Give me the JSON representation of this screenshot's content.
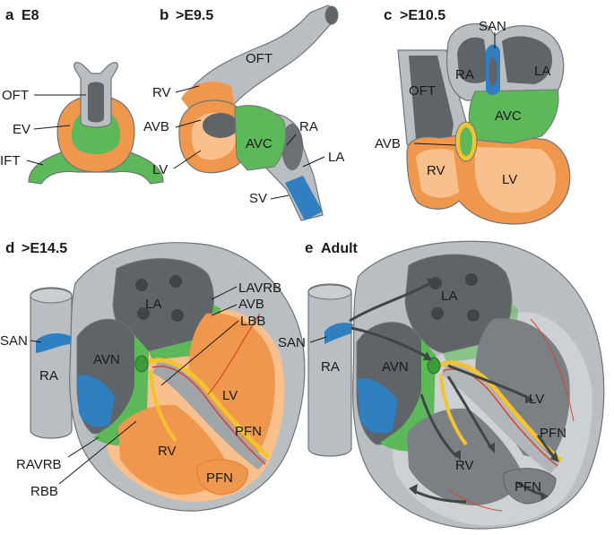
{
  "panels": [
    {
      "letter": "a",
      "title": "E8",
      "labels": {
        "oft": "OFT",
        "ev": "EV",
        "ift": "IFT"
      }
    },
    {
      "letter": "b",
      "title": ">E9.5",
      "labels": {
        "oft": "OFT",
        "rv": "RV",
        "avb": "AVB",
        "avc": "AVC",
        "lv": "LV",
        "ra": "RA",
        "la": "LA",
        "sv": "SV"
      }
    },
    {
      "letter": "c",
      "title": ">E10.5",
      "labels": {
        "san": "SAN",
        "ra": "RA",
        "la": "LA",
        "oft": "OFT",
        "avc": "AVC",
        "avb": "AVB",
        "rv": "RV",
        "lv": "LV"
      }
    },
    {
      "letter": "d",
      "title": ">E14.5",
      "labels": {
        "la": "LA",
        "lavrb": "LAVRB",
        "avb": "AVB",
        "lbb": "LBB",
        "san": "SAN",
        "ra": "RA",
        "avn": "AVN",
        "lv": "LV",
        "pfn1": "PFN",
        "rv": "RV",
        "pfn2": "PFN",
        "ravrb": "RAVRB",
        "rbb": "RBB"
      }
    },
    {
      "letter": "e",
      "title": "Adult",
      "labels": {
        "la": "LA",
        "san": "SAN",
        "ra": "RA",
        "avn": "AVN",
        "lv": "LV",
        "pfn1": "PFN",
        "rv": "RV",
        "pfn2": "PFN"
      }
    }
  ],
  "colors": {
    "gray_wall": "#b9bec2",
    "gray_dark": "#5e6468",
    "orange": "#f0974e",
    "orange_light": "#f7c08c",
    "green": "#5db85a",
    "blue": "#2f7fc1",
    "yellow": "#f2c230",
    "red": "#d7452c"
  }
}
